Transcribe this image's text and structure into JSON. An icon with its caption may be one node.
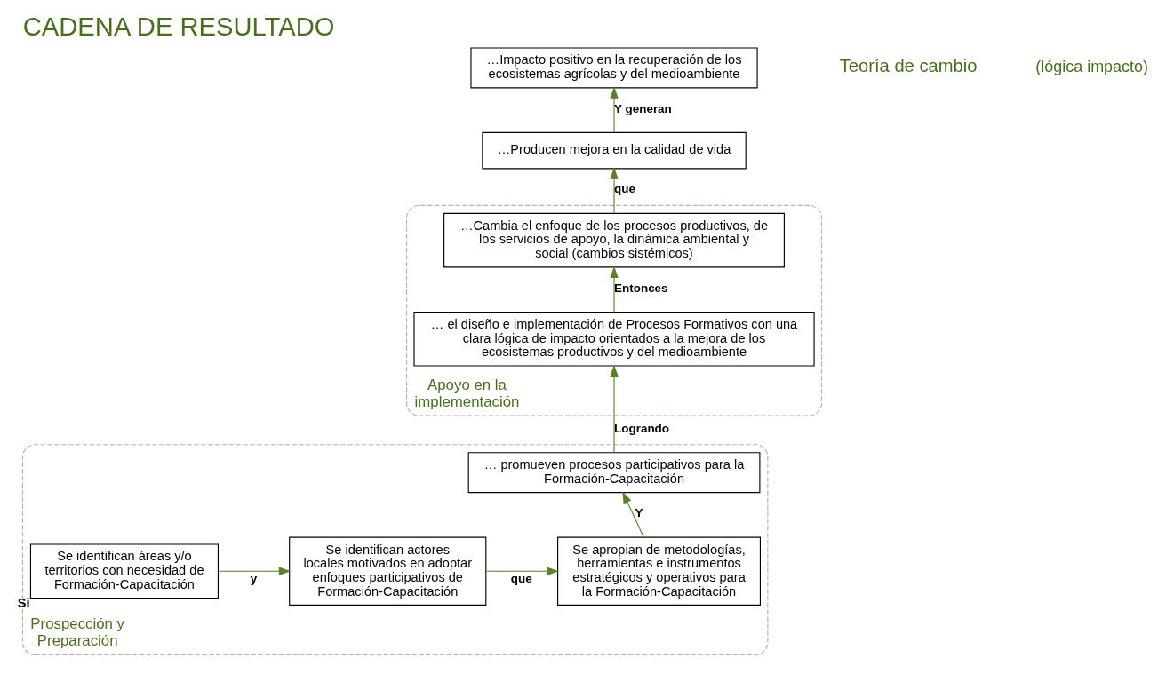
{
  "diagram": {
    "title": "CADENA DE RESULTADO",
    "nodes": [
      {
        "text": [
          "…Impacto positivo en la recuperación de los ecosistemas agrícolas y del medioambiente"
        ]
      },
      {
        "text": [
          "…Producen mejora en la calidad de vida"
        ]
      },
      {
        "text": [
          "Apoyo en la implementación"
        ]
      },
      {
        "text": [
          "…Cambia el enfoque de los procesos productivos, de los servicios de apoyo, la dinámica ambiental y social (cambios sistémicos)"
        ],
        "in": 2
      },
      {
        "text": [
          "… el diseño e implementación de Procesos Formativos con una clara lógica de impacto orientados a la mejora de los ecosistemas productivos y del medioambiente"
        ],
        "in": 2
      },
      {
        "text": [
          "Prospección y Preparación"
        ]
      },
      {
        "text": [
          "… promueven procesos participativos para la Formación-Capacitación"
        ],
        "in": 5
      },
      {
        "text": [
          "Se identifican áreas y/o territorios con necesidad de Formación-Capacitación"
        ],
        "beside": [
          "Si"
        ],
        "in": 5
      },
      {
        "text": [
          "Se identifican actores locales motivados en adoptar enfoques participativos de Formación-Capacitación"
        ],
        "in": 5
      },
      {
        "text": [
          "Se apropian de metodologías, herramientas e instrumentos estratégicos y operativos para la Formación-Capacitación"
        ],
        "in": 5
      }
    ],
    "edges": [
      {
        "from": 1,
        "to": 0,
        "arrow": "to",
        "label": "Y generan"
      },
      {
        "from": 3,
        "to": 1,
        "arrow": "to",
        "label": "que"
      },
      {
        "from": 4,
        "to": 3,
        "arrow": "to",
        "label": "Entonces"
      },
      {
        "from": 6,
        "to": 4,
        "arrow": "to",
        "label": "Logrando"
      },
      {
        "from": 7,
        "to": 8,
        "arrow": "to",
        "label": "y"
      },
      {
        "from": 8,
        "to": 9,
        "arrow": "to",
        "label": "que"
      },
      {
        "from": 9,
        "to": 6,
        "arrow": "to",
        "label": "Y"
      }
    ],
    "labels": [
      "Teoría de cambio",
      "(lógica impacto)"
    ]
  }
}
